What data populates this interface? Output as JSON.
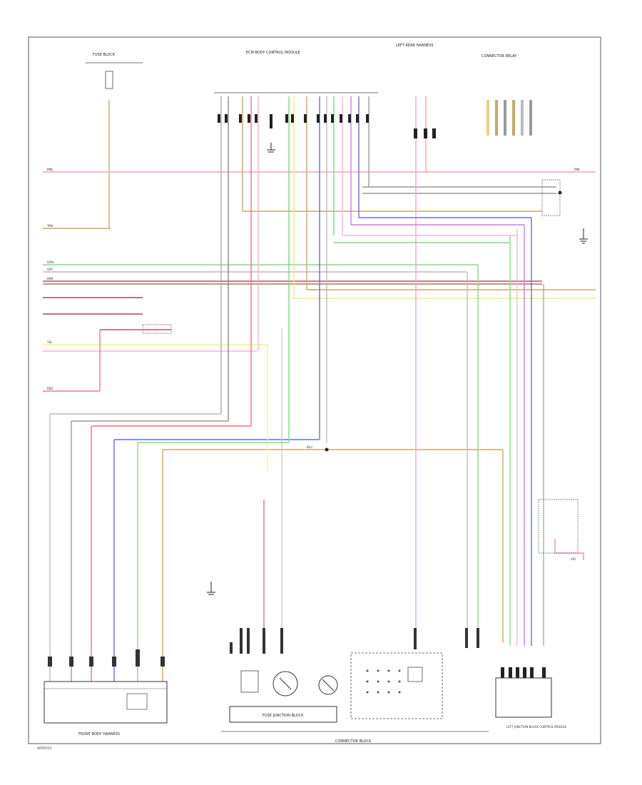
{
  "diagram": {
    "components": {
      "front_body_harness": "FRONT BODY HARNESS",
      "fuse_junction_block": "FUSE JUNCTION BLOCK",
      "ecm_top": "ECM BODY CONTROL MODULE",
      "rear_harness_top": "LEFT REAR HARNESS",
      "right_connector_top": "CONNECTOR RELAY",
      "bottom_center": "CONNECTOR BLOCK",
      "bottom_right": "LEFT JUNCTION BLOCK CONTROL MODULE",
      "left_top": "FUSE BLOCK"
    },
    "wire_colors": {
      "red": "RED",
      "pink": "PNK",
      "yellow": "YEL",
      "green": "GRN",
      "blue": "BLU",
      "violet": "VIO",
      "gray": "GRY",
      "tan": "TAN",
      "brown": "BRN"
    },
    "footer_code": "W00001"
  }
}
